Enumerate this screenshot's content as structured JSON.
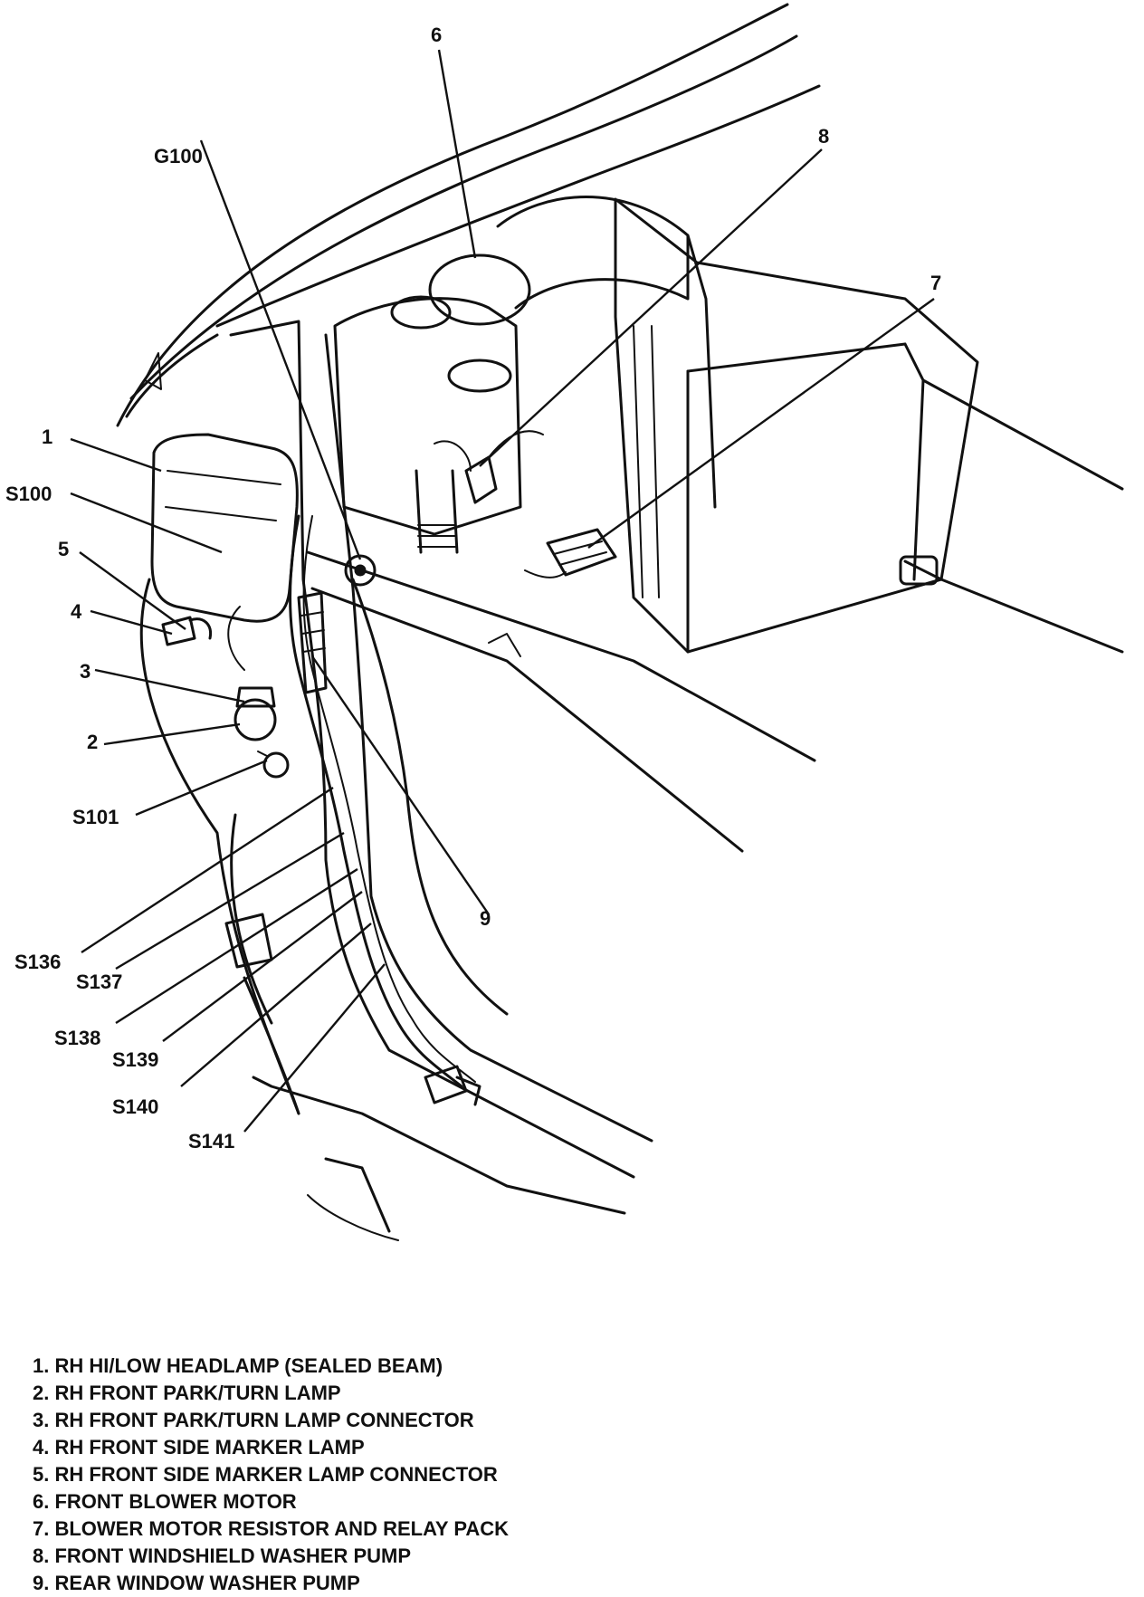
{
  "callouts": {
    "n1": "1",
    "n2": "2",
    "n3": "3",
    "n4": "4",
    "n5": "5",
    "n6": "6",
    "n7": "7",
    "n8": "8",
    "n9": "9",
    "g100": "G100",
    "s100": "S100",
    "s101": "S101",
    "s136": "S136",
    "s137": "S137",
    "s138": "S138",
    "s139": "S139",
    "s140": "S140",
    "s141": "S141"
  },
  "legend": [
    "1. RH HI/LOW HEADLAMP (SEALED BEAM)",
    "2. RH FRONT PARK/TURN LAMP",
    "3. RH FRONT PARK/TURN LAMP CONNECTOR",
    "4. RH FRONT SIDE MARKER LAMP",
    "5. RH FRONT SIDE MARKER LAMP CONNECTOR",
    "6. FRONT BLOWER MOTOR",
    "7. BLOWER MOTOR RESISTOR AND RELAY PACK",
    "8. FRONT WINDSHIELD WASHER PUMP",
    "9. REAR WINDOW WASHER PUMP"
  ]
}
